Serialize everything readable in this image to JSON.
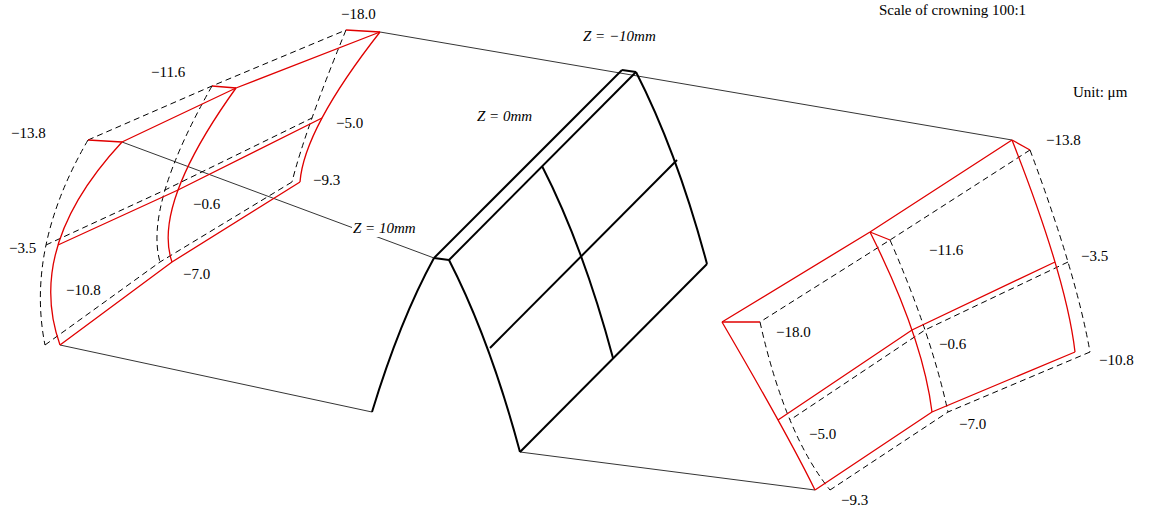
{
  "diagram": {
    "labels": [
      "Scale of crowning 100:1",
      "Unit: μm",
      "Z = −10mm",
      "Z = 0mm",
      "Z = 10mm",
      "−18.0",
      "−11.6",
      "−5.0",
      "−13.8",
      "−0.6",
      "−9.3",
      "−3.5",
      "−7.0",
      "−10.8",
      "−13.8",
      "−11.6",
      "−3.5",
      "−18.0",
      "−0.6",
      "−10.8",
      "−5.0",
      "−7.0",
      "−9.3"
    ]
  }
}
